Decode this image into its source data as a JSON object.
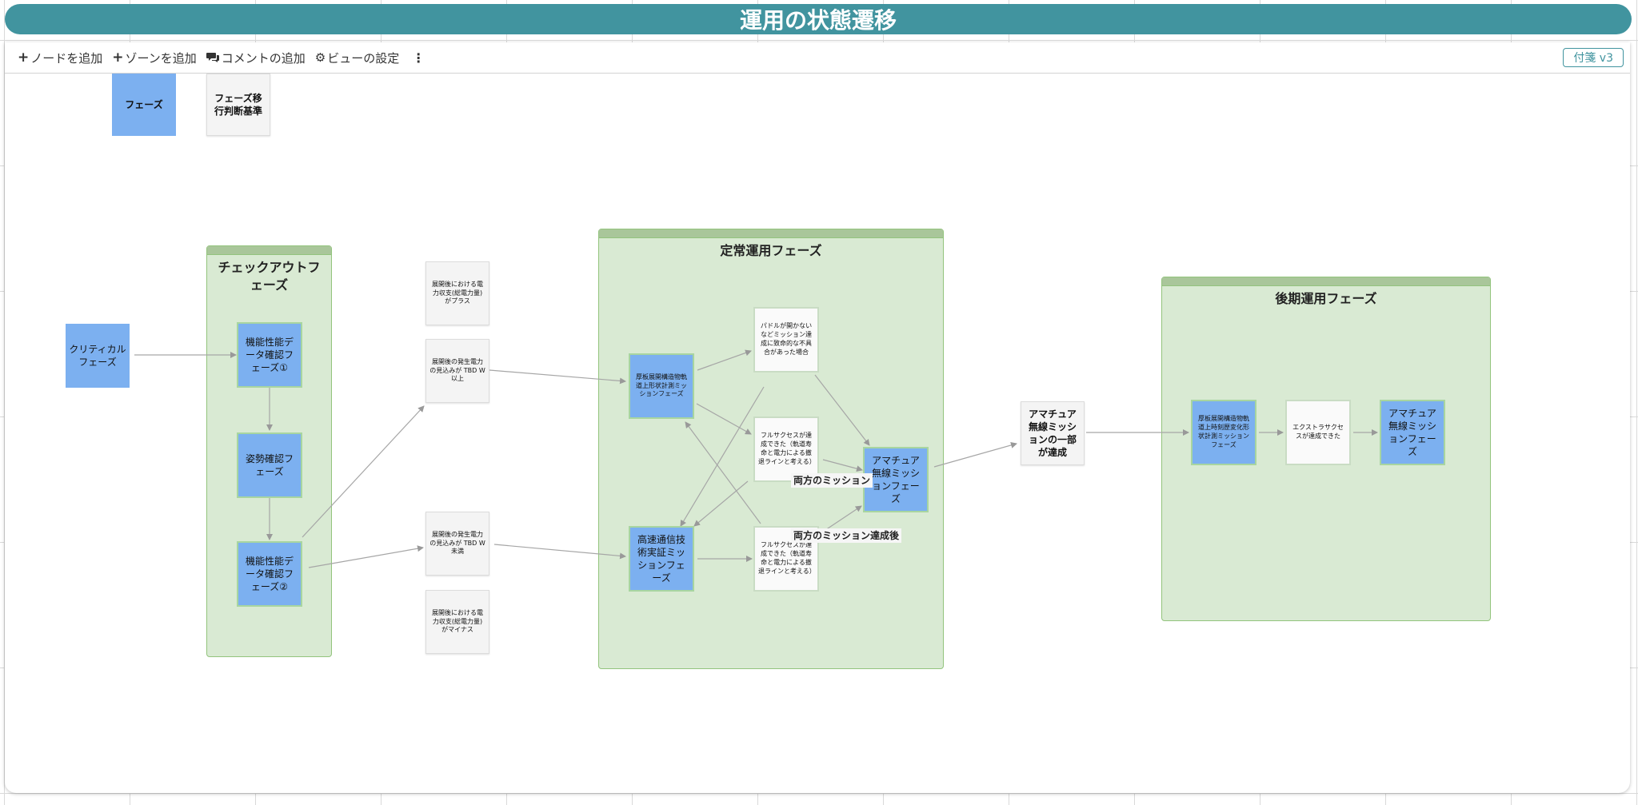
{
  "app": {
    "title": "運用の状態遷移"
  },
  "toolbar": {
    "add_node": "ノードを追加",
    "add_zone": "ゾーンを追加",
    "add_comment": "コメントの追加",
    "view_settings": "ビューの設定",
    "badge": "付箋 v3"
  },
  "legend": {
    "phase": "フェーズ",
    "criteria": "フェーズ移行判断基準"
  },
  "zones": {
    "checkout": "チェックアウトフェーズ",
    "regular": "定常運用フェーズ",
    "late": "後期運用フェーズ"
  },
  "nodes": {
    "critical": "クリティカルフェーズ",
    "func1": "機能性能データ確認フェーズ①",
    "attitude": "姿勢確認フェーズ",
    "func2": "機能性能データ確認フェーズ②",
    "note_power_plus": "展開後における電力収支(総電力量)がプラス",
    "note_power_tbd_up": "展開後の発生電力の見込みが TBD W 以上",
    "note_power_tbd_down": "展開後の発生電力の見込みが TBD W 未満",
    "note_power_minus": "展開後における電力収支(総電力量)がマイナス",
    "structure_measure": "厚板展開構造物軌道上形状計測ミッションフェーズ",
    "paddle_fail": "パドルが開かないなどミッション達成に致命的な不具合があった場合",
    "full_success_1": "フルサクセスが達成できた（軌道寿命と電力による撤退ラインと考える）",
    "comm_tech": "高速通信技術実証ミッションフェーズ",
    "full_success_2": "フルサクセスが達成できた（軌道寿命と電力による撤退ラインと考える）",
    "amateur": "アマチュア無線ミッションフェーズ",
    "amateur_partial": "アマチュア無線ミッションの一部が達成",
    "longterm": "厚板展開構造物軌道上時刻歴変化形状計測ミッションフェーズ",
    "extra_success": "エクストラサクセスが達成できた",
    "amateur_late": "アマチュア無線ミッションフェーズ"
  },
  "edge_labels": {
    "both_missions": "両方のミッション",
    "both_missions_after": "両方のミッション達成後"
  },
  "colors": {
    "accent": "#41949f",
    "phase": "#7cb0f0",
    "zone": "#d9ead3",
    "zone_border": "#93c47d"
  },
  "icons": {
    "plus": "plus-icon",
    "comments": "comments-icon",
    "gear": "gear-icon",
    "more": "more-vertical-icon"
  }
}
